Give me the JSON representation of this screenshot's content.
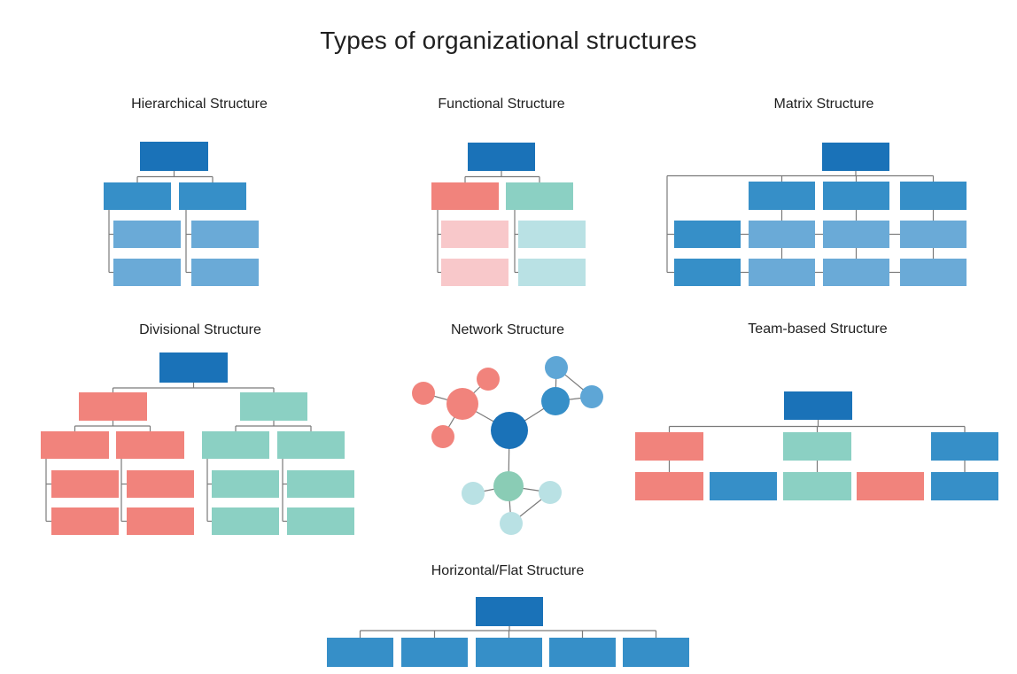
{
  "title": "Types of organizational structures",
  "panels": [
    {
      "id": "hierarchical",
      "label": "Hierarchical Structure"
    },
    {
      "id": "functional",
      "label": "Functional Structure"
    },
    {
      "id": "matrix",
      "label": "Matrix Structure"
    },
    {
      "id": "divisional",
      "label": "Divisional Structure"
    },
    {
      "id": "network",
      "label": "Network Structure"
    },
    {
      "id": "team",
      "label": "Team-based Structure"
    },
    {
      "id": "flat",
      "label": "Horizontal/Flat Structure"
    }
  ],
  "palette": {
    "dark_blue": "#1a72b8",
    "mid_blue": "#368fc8",
    "light_blue": "#6aaad7",
    "sky_blue": "#5ea6d6",
    "salmon": "#f1837c",
    "pink": "#f8c8ca",
    "teal": "#8bd0c3",
    "green_teal": "#8accb5",
    "cyan": "#b9e1e4",
    "line": "#7a7a7a",
    "text": "#1f1f1f"
  }
}
